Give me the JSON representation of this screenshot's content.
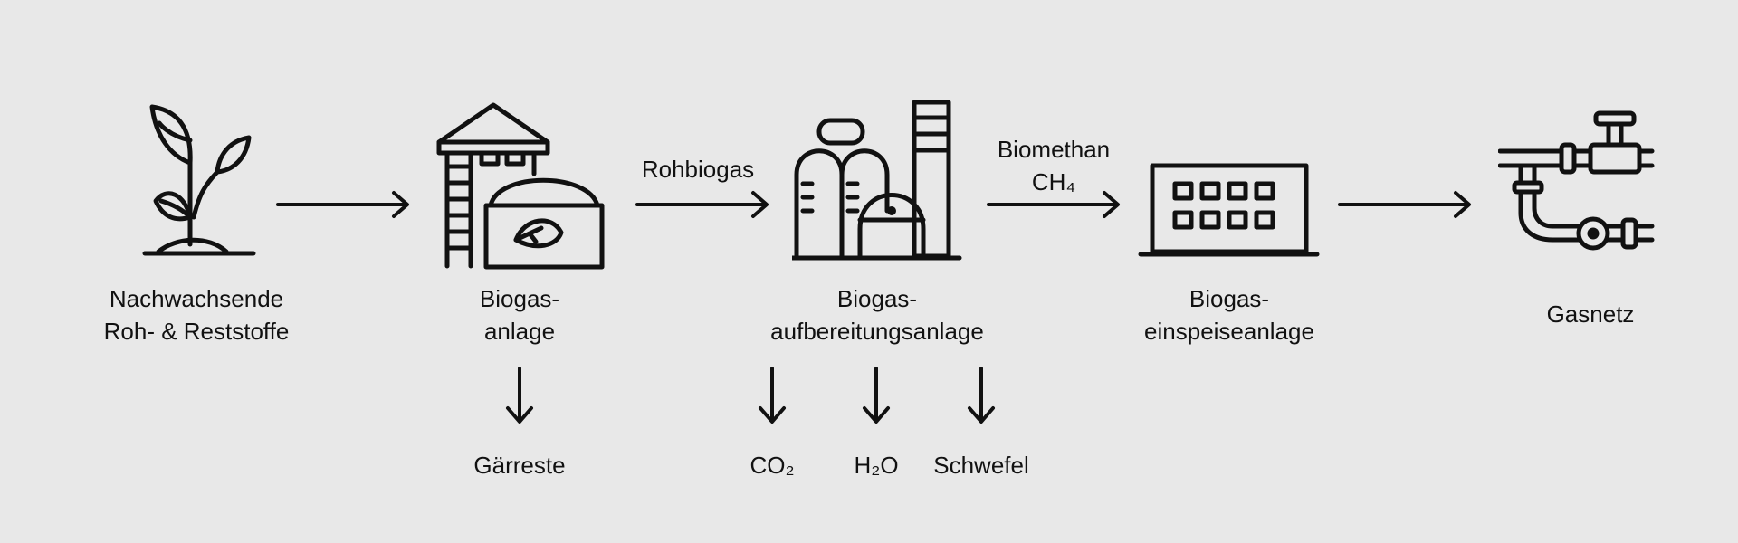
{
  "colors": {
    "background": "#e8e8e8",
    "stroke": "#111111"
  },
  "stages": [
    {
      "icon": "plant-icon",
      "lines": [
        "Nachwachsende",
        "Roh- & Reststoffe"
      ]
    },
    {
      "icon": "biogas-plant-icon",
      "lines": [
        "Biogas-",
        "anlage"
      ]
    },
    {
      "icon": "gas-upgrading-plant-icon",
      "lines": [
        "Biogas-",
        "aufbereitungsanlage"
      ]
    },
    {
      "icon": "injection-station-icon",
      "lines": [
        "Biogas-",
        "einspeiseanlage"
      ]
    },
    {
      "icon": "gas-pipeline-icon",
      "lines": [
        "Gasnetz"
      ]
    }
  ],
  "flows": [
    {
      "label": []
    },
    {
      "label": [
        "Rohbiogas"
      ]
    },
    {
      "label": [
        "Biomethan",
        "CH₄"
      ]
    },
    {
      "label": []
    }
  ],
  "byproducts": {
    "biogas_plant": [
      "Gärreste"
    ],
    "upgrading_plant": [
      "CO₂",
      "H₂O",
      "Schwefel"
    ]
  }
}
